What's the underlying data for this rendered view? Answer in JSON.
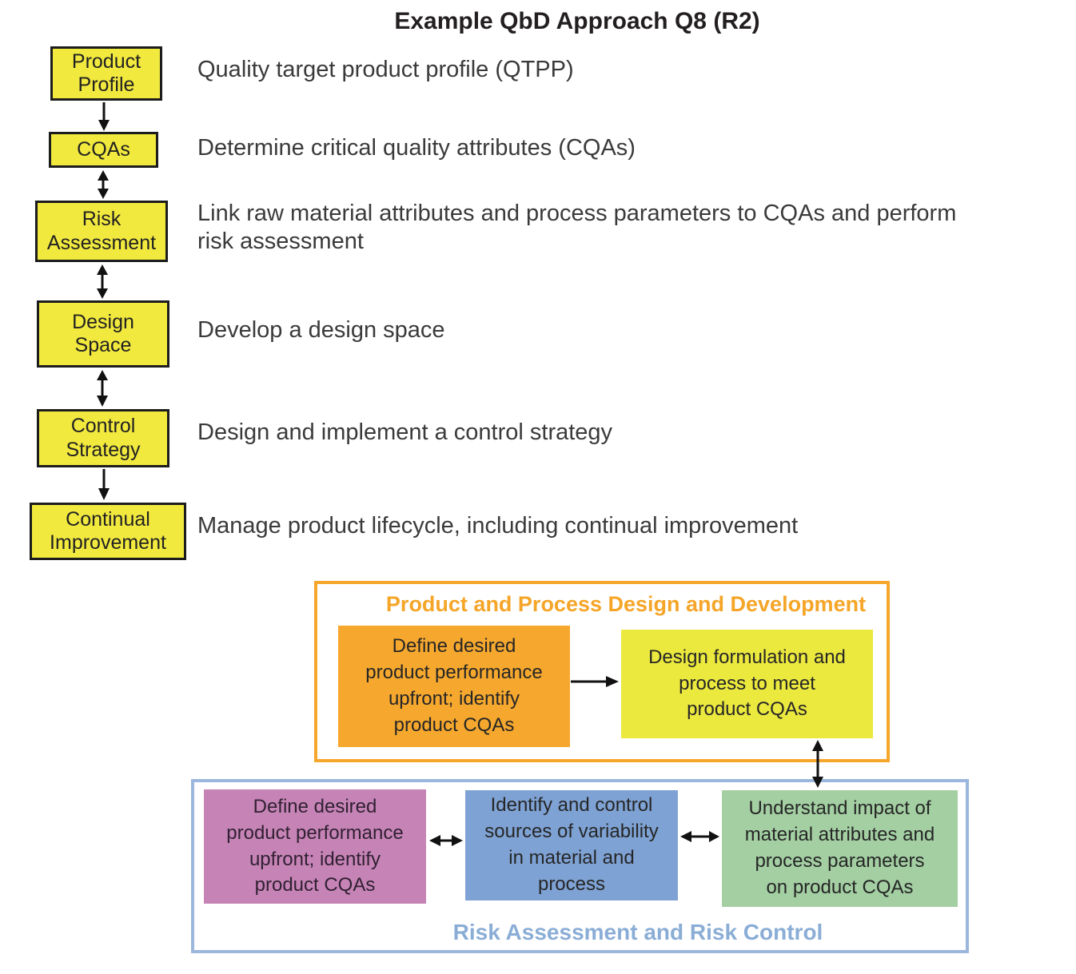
{
  "page_title": "Example QbD Approach Q8 (R2)",
  "flow_steps": [
    {
      "box_label": "Product\nProfile",
      "description": "Quality target product profile (QTPP)"
    },
    {
      "box_label": "CQAs",
      "description": "Determine critical quality attributes (CQAs)"
    },
    {
      "box_label": "Risk\nAssessment",
      "description": "Link raw material attributes and process parameters to CQAs and perform\nrisk assessment"
    },
    {
      "box_label": "Design\nSpace",
      "description": "Develop a design space"
    },
    {
      "box_label": "Control\nStrategy",
      "description": "Design and implement a control strategy"
    },
    {
      "box_label": "Continual\nImprovement",
      "description": "Manage product lifecycle, including continual improvement"
    }
  ],
  "design_development": {
    "title": "Product and Process Design and Development",
    "define_box": "Define desired\nproduct performance\nupfront; identify\nproduct CQAs",
    "design_box": "Design formulation and\nprocess to meet\nproduct CQAs"
  },
  "risk_control": {
    "title": "Risk Assessment and Risk Control",
    "define_box": "Define desired\nproduct performance\nupfront; identify\nproduct CQAs",
    "variability_box": "Identify and control\nsources of variability\nin material and\nprocess",
    "impact_box": "Understand impact of\nmaterial attributes and\nprocess parameters\non product CQAs"
  },
  "connectors": [
    {
      "from": "Product Profile",
      "to": "CQAs",
      "type": "one-way-down"
    },
    {
      "from": "CQAs",
      "to": "Risk Assessment",
      "type": "two-way"
    },
    {
      "from": "Risk Assessment",
      "to": "Design Space",
      "type": "two-way"
    },
    {
      "from": "Design Space",
      "to": "Control Strategy",
      "type": "two-way"
    },
    {
      "from": "Control Strategy",
      "to": "Continual Improvement",
      "type": "one-way-down"
    },
    {
      "from": "Define desired product performance (design)",
      "to": "Design formulation and process",
      "type": "one-way-right"
    },
    {
      "from": "Design formulation and process",
      "to": "Understand impact on product CQAs",
      "type": "two-way"
    },
    {
      "from": "Define desired product performance (risk)",
      "to": "Identify and control sources of variability",
      "type": "two-way"
    },
    {
      "from": "Identify and control sources of variability",
      "to": "Understand impact on product CQAs",
      "type": "two-way"
    }
  ],
  "colors": {
    "flow_box_fill": "#f2e93e",
    "flow_box_border": "#1c1c1c",
    "design_panel_border": "#f6a62b",
    "design_panel_title": "#f5a528",
    "define_box_fill": "#f6a82e",
    "design_box_fill": "#ebe83e",
    "risk_panel_border": "#9cb7dd",
    "risk_panel_title": "#8aadd6",
    "risk_define_fill": "#c684b6",
    "variability_fill": "#7ea2d4",
    "impact_fill": "#a3cfa2",
    "arrow": "#111111",
    "text": "#3a3a3a"
  }
}
